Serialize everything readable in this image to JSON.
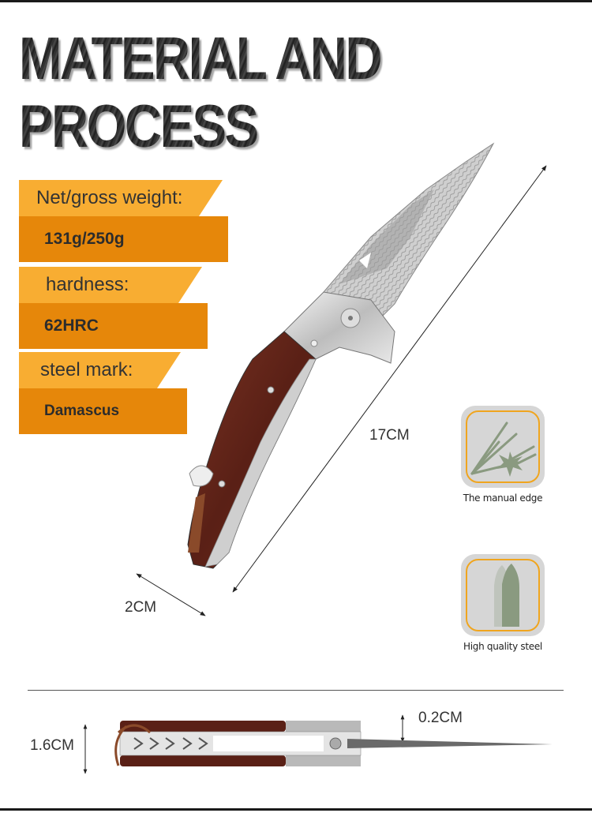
{
  "headline": {
    "line1": "MATERIAL AND",
    "line2": "PROCESS"
  },
  "specs": [
    {
      "label": "Net/gross weight:",
      "value": "131g/250g"
    },
    {
      "label": "hardness:",
      "value": "62HRC"
    },
    {
      "label": "steel mark:",
      "value": "Damascus"
    }
  ],
  "dimensions": {
    "length": "17CM",
    "width": "2CM",
    "closed_thickness": "1.6CM",
    "blade_thickness": "0.2CM"
  },
  "features": [
    {
      "icon": "sparkle-edge-icon",
      "caption": "The manual edge"
    },
    {
      "icon": "steel-blade-icon",
      "caption": "High quality steel"
    }
  ],
  "colors": {
    "label_band": "#f8ad32",
    "value_band": "#e6870a",
    "tile_bg": "#d6d6d6",
    "tile_border": "#f0a51e",
    "icon_green": "#8a9a80",
    "wood": "#6b2a1e"
  }
}
